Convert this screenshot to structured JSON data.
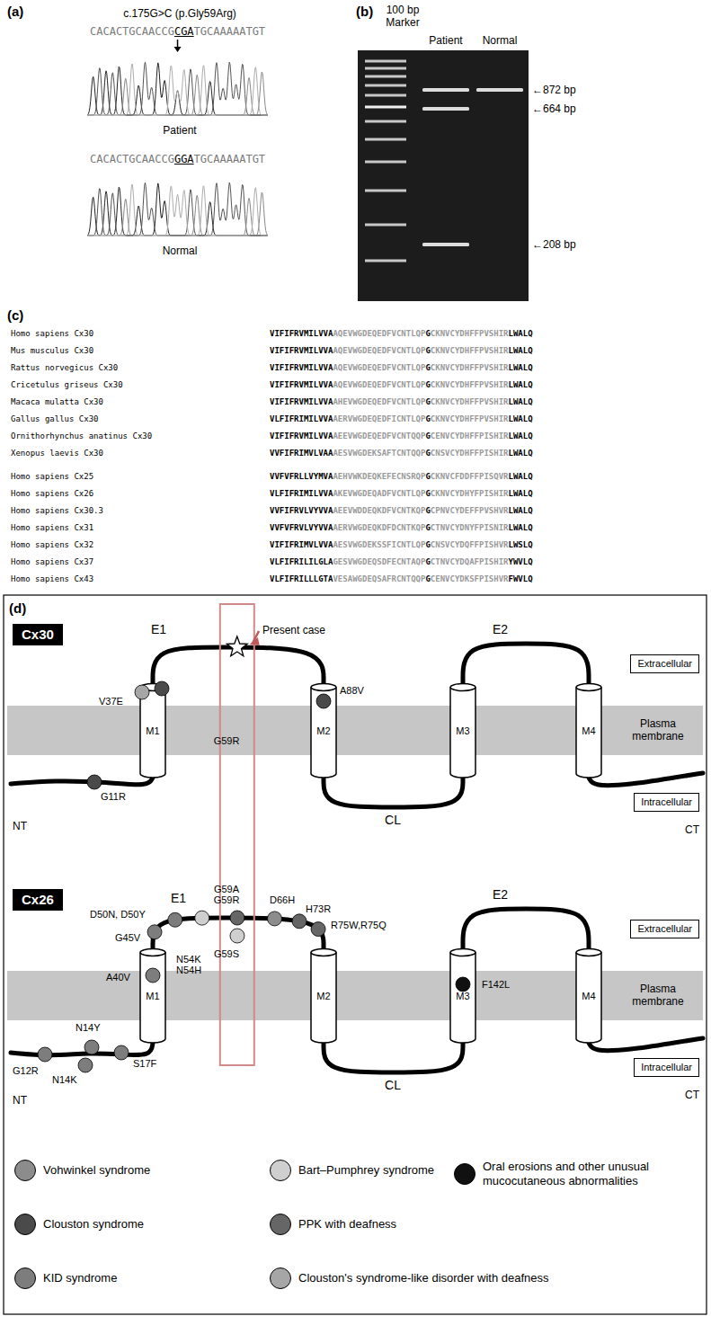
{
  "diagram": {
    "nodes": [
      {
        "text": [
          "Cx30"
        ]
      },
      {
        "text": [
          "Extracellular"
        ]
      },
      {
        "text": [
          "Plasma membrane"
        ]
      },
      {
        "text": [
          "M1"
        ]
      },
      {
        "text": [
          "M2"
        ]
      },
      {
        "text": [
          "M3"
        ]
      },
      {
        "text": [
          "M4"
        ]
      },
      {
        "text": [
          "Intracellular"
        ]
      },
      {
        "text": [
          "Cx26"
        ]
      },
      {
        "text": [
          "Extracellular"
        ]
      },
      {
        "text": [
          "Plasma membrane"
        ]
      },
      {
        "text": [
          "M1"
        ]
      },
      {
        "text": [
          "M2"
        ]
      },
      {
        "text": [
          "M3"
        ]
      },
      {
        "text": [
          "M4"
        ]
      },
      {
        "text": [
          "Intracellular"
        ]
      }
    ],
    "edges": [
      {
        "from": 3,
        "to": 4,
        "arrow": "none",
        "label": "E1"
      },
      {
        "from": 4,
        "to": 5,
        "arrow": "none",
        "label": "CL"
      },
      {
        "from": 5,
        "to": 6,
        "arrow": "none",
        "label": "E2"
      },
      {
        "from": 11,
        "to": 12,
        "arrow": "none",
        "label": "E1"
      },
      {
        "from": 12,
        "to": 13,
        "arrow": "none",
        "label": "CL"
      },
      {
        "from": 13,
        "to": 14,
        "arrow": "none",
        "label": "E2"
      }
    ],
    "labels": [
      "(a)",
      "c.175G>C (p.Gly59Arg)",
      "CACACTGCAACCGCGATGCAAAAATGT",
      "Patient",
      "CACACTGCAACCGGGATGCAAAAATGT",
      "Normal",
      "(b)",
      "100 bp Marker",
      "Patient",
      "Normal",
      "←872 bp",
      "←664 bp",
      "←208 bp",
      "(c)",
      "Homo sapiens Cx30",
      "Mus musculus Cx30",
      "Rattus norvegicus Cx30",
      "Cricetulus griseus Cx30",
      "Macaca mulatta Cx30",
      "Gallus gallus Cx30",
      "Ornithorhynchus anatinus Cx30",
      "Xenopus laevis Cx30",
      "Homo sapiens Cx25",
      "Homo sapiens Cx26",
      "Homo sapiens Cx30.3",
      "Homo sapiens Cx31",
      "Homo sapiens Cx32",
      "Homo sapiens Cx37",
      "Homo sapiens Cx43",
      "VIFIFRVMILVVAAQEVWGDEQEDFVCNTLQPGCKNVCYDHFFPVSHIRLWALQ",
      "VIFIFRVMILVVAAQEVWGDEQEDFVCNTLQPGCKNVCYDHFFPVSHIRLWALQ",
      "VIFIFRVMILVVAAQEVWGDEQEDFVCNTLQPGCKNVCYDHFFPVSHIRLWALQ",
      "VIFIFRVMILVVAAQEVWGDEQEDFVCNTLQPGCKNVCYDHFFPVSHIRLWALQ",
      "VIFIFRVMILVVAAHEVWGDEQEDFVCNTLQPGCKNVCYDHFFPVSHIRLWALQ",
      "VLFIFRIMILVVAAERVWGDEQEDFICNTLQPGCKNVCYDHFFPVSHIRLWALQ",
      "VIFIFRVMILVVAAEEVWGDEQEDFVCNTQQPGCENVCYDHFFPISHIRLWALQ",
      "VVFIFRIMVLVAAAESVWGDEKSAFTCNTQQPGCNSVCYDHFFPISHIRLWALQ",
      "VVFVFRLLVYMVAAEHVWKDEQKEFECNSRQPGCKNVCFDDFFPISQVRLWALQ",
      "VLFIFRIMILVVAAKEVWGDEQADFVCNTLQPGCKNVCYDHYFPISHIRLWALQ",
      "VVFIFRVLVYVVAAEEVWDDEQKDFVCNTKQPGCPNVCYDEFFPVSHVRLWALQ",
      "VVFVFRVLVYVVAAERVWGDEQKDFDCNTKQPGCTNVCYDNYFPISNIRLWALQ",
      "VIFIFRIMVLVVAAESVWGDEKSSFICNTLQPGCNSVCYDQFFPISHVRLWSLQ",
      "VLFIFRILILGLAGESVWGDEQSDFECNTAQPGCTNVCYDQAFPISHIRYWVLQ",
      "VLFIFRILLLGTAVESAWGDEQSAFRCNTQQPGCENVCYDKSFPISHVRFWVLQ",
      "(d)",
      "Present case",
      "V37E",
      "G11R",
      "A88V",
      "G59R",
      "NT",
      "CT",
      "G59A",
      "G59R",
      "D50N, D50Y",
      "G45V",
      "N54K",
      "N54H",
      "G59S",
      "D66H",
      "H73R",
      "R75W,R75Q",
      "A40V",
      "N14Y",
      "S17F",
      "N14K",
      "G12R",
      "F142L",
      "NT",
      "CT"
    ],
    "legend": [
      {
        "text": "Vohwinkel syndrome",
        "color": "#8c8c8c"
      },
      {
        "text": "Bart–Pumphrey syndrome",
        "color": "#cfcfcf"
      },
      {
        "text": "Oral erosions and other unusual mucocutaneous abnormalities",
        "color": "#111111"
      },
      {
        "text": "Clouston syndrome",
        "color": "#4a4a4a"
      },
      {
        "text": "PPK with deafness",
        "color": "#666666"
      },
      {
        "text": "KID syndrome",
        "color": "#7d7d7d"
      },
      {
        "text": "Clouston's syndrome-like disorder with deafness",
        "color": "#a6a6a6"
      }
    ]
  }
}
